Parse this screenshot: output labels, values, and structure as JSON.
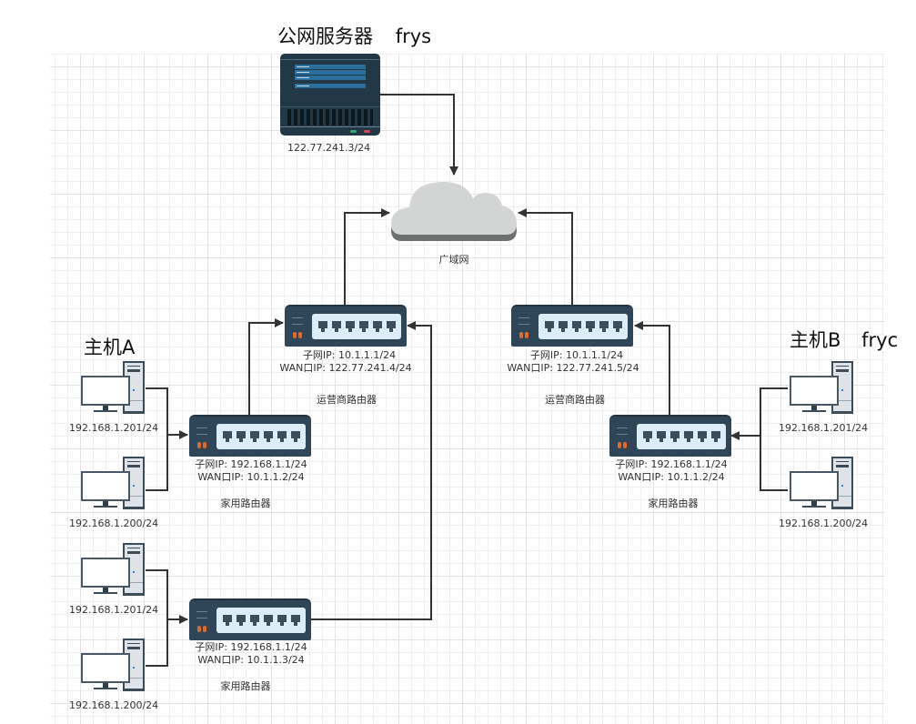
{
  "diagram": {
    "type": "network-topology",
    "server": {
      "title": "公网服务器",
      "tag": "frys",
      "ip": "122.77.241.3/24"
    },
    "cloud": {
      "label": "广域网"
    },
    "isp_routers": [
      {
        "subnet_ip": "子网IP:   10.1.1.1/24",
        "wan_ip": "WAN口IP:  122.77.241.4/24",
        "label": "运营商路由器"
      },
      {
        "subnet_ip": "子网IP:   10.1.1.1/24",
        "wan_ip": "WAN口IP:  122.77.241.5/24",
        "label": "运营商路由器"
      }
    ],
    "home_routers": [
      {
        "subnet_ip": "子网IP:   192.168.1.1/24",
        "wan_ip": "WAN口IP:  10.1.1.2/24",
        "label": "家用路由器"
      },
      {
        "subnet_ip": "子网IP:   192.168.1.1/24",
        "wan_ip": "WAN口IP:  10.1.1.3/24",
        "label": "家用路由器"
      },
      {
        "subnet_ip": "子网IP:   192.168.1.1/24",
        "wan_ip": "WAN口IP:  10.1.1.2/24",
        "label": "家用路由器"
      }
    ],
    "host_groups": [
      {
        "title": "主机A",
        "tag": ""
      },
      {
        "title": "主机B",
        "tag": "fryc"
      }
    ],
    "pcs": [
      {
        "ip": "192.168.1.201/24"
      },
      {
        "ip": "192.168.1.200/24"
      },
      {
        "ip": "192.168.1.201/24"
      },
      {
        "ip": "192.168.1.200/24"
      },
      {
        "ip": "192.168.1.201/24"
      },
      {
        "ip": "192.168.1.200/24"
      }
    ],
    "colors": {
      "device_dark": "#2f4659",
      "port_panel": "#dcedf7",
      "led_orange": "#e06a2c",
      "cloud": "#d3d4d4",
      "wire": "#333333"
    }
  }
}
